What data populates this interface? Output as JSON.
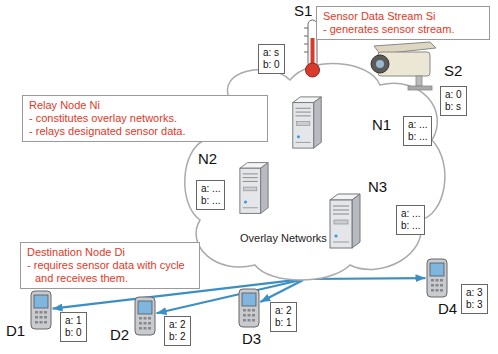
{
  "diagram": {
    "nodes": [
      {
        "text": [
          "Sensor Data Stream Si",
          "- generates sensor stream."
        ]
      },
      {
        "text": [
          "S1",
          "a: s",
          "b: 0"
        ]
      },
      {
        "text": [
          "S2",
          "a: 0",
          "b: s"
        ]
      },
      {
        "text": [
          "Relay Node Ni",
          "- constitutes overlay networks.",
          "- relays designated sensor data."
        ]
      },
      {
        "text": [
          "Overlay Networks"
        ]
      },
      {
        "text": [
          "N1",
          "a: ...",
          "b: ..."
        ],
        "in": 4
      },
      {
        "text": [
          "N2",
          "a: ...",
          "b: ..."
        ],
        "in": 4
      },
      {
        "text": [
          "N3",
          "a: ...",
          "b: ..."
        ],
        "in": 4
      },
      {
        "text": [
          "Destination Node Di",
          "- requires sensor data with cycle and receives them."
        ]
      },
      {
        "text": [
          "D1",
          "a: 1",
          "b: 0"
        ]
      },
      {
        "text": [
          "D2",
          "a: 2",
          "b: 2"
        ]
      },
      {
        "text": [
          "D3",
          "a: 2",
          "b: 1"
        ]
      },
      {
        "text": [
          "D4",
          "a: 3",
          "b: 3"
        ]
      }
    ],
    "edges": [
      {
        "from": 1,
        "to": 5,
        "arrow": "to"
      },
      {
        "from": 2,
        "to": 5,
        "arrow": "to"
      },
      {
        "from": 5,
        "to": 6,
        "arrow": "none"
      },
      {
        "from": 6,
        "to": 7,
        "arrow": "none"
      },
      {
        "from": 5,
        "to": 7,
        "arrow": "none"
      },
      {
        "from": 4,
        "to": 9,
        "arrow": "to"
      },
      {
        "from": 4,
        "to": 10,
        "arrow": "to"
      },
      {
        "from": 4,
        "to": 11,
        "arrow": "to"
      },
      {
        "from": 4,
        "to": 12,
        "arrow": "to"
      }
    ]
  }
}
